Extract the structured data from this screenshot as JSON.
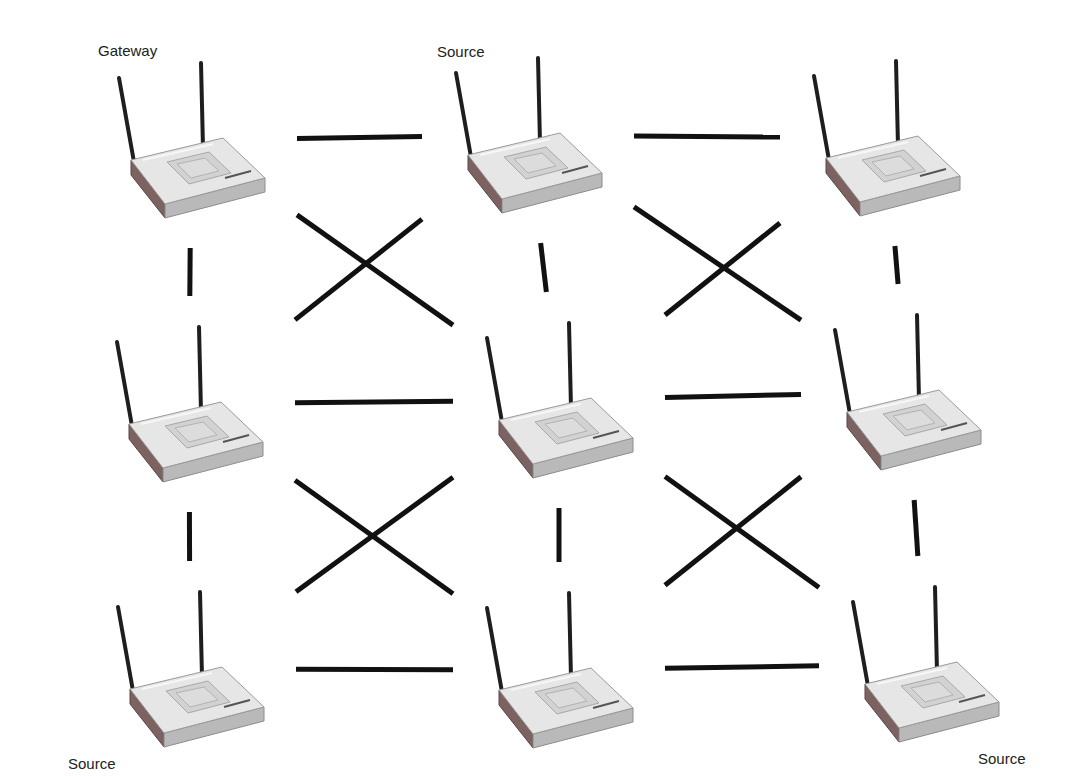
{
  "diagram": {
    "nodes": [
      {
        "text": [
          "Gateway"
        ]
      },
      {
        "text": [
          "Source"
        ]
      },
      {
        "text": []
      },
      {
        "text": []
      },
      {
        "text": []
      },
      {
        "text": []
      },
      {
        "text": [
          "Source"
        ]
      },
      {
        "text": []
      },
      {
        "text": [
          "Source"
        ]
      }
    ],
    "edges": [
      {
        "from": 0,
        "to": 1,
        "arrow": "none"
      },
      {
        "from": 1,
        "to": 2,
        "arrow": "none"
      },
      {
        "from": 3,
        "to": 4,
        "arrow": "none"
      },
      {
        "from": 4,
        "to": 5,
        "arrow": "none"
      },
      {
        "from": 6,
        "to": 7,
        "arrow": "none"
      },
      {
        "from": 7,
        "to": 8,
        "arrow": "none"
      },
      {
        "from": 0,
        "to": 3,
        "arrow": "none"
      },
      {
        "from": 3,
        "to": 6,
        "arrow": "none"
      },
      {
        "from": 1,
        "to": 4,
        "arrow": "none"
      },
      {
        "from": 4,
        "to": 7,
        "arrow": "none"
      },
      {
        "from": 2,
        "to": 5,
        "arrow": "none"
      },
      {
        "from": 5,
        "to": 8,
        "arrow": "none"
      },
      {
        "from": 0,
        "to": 4,
        "arrow": "none"
      },
      {
        "from": 1,
        "to": 3,
        "arrow": "none"
      },
      {
        "from": 1,
        "to": 5,
        "arrow": "none"
      },
      {
        "from": 2,
        "to": 4,
        "arrow": "none"
      },
      {
        "from": 3,
        "to": 7,
        "arrow": "none"
      },
      {
        "from": 4,
        "to": 6,
        "arrow": "none"
      },
      {
        "from": 4,
        "to": 8,
        "arrow": "none"
      },
      {
        "from": 5,
        "to": 7,
        "arrow": "none"
      }
    ]
  }
}
